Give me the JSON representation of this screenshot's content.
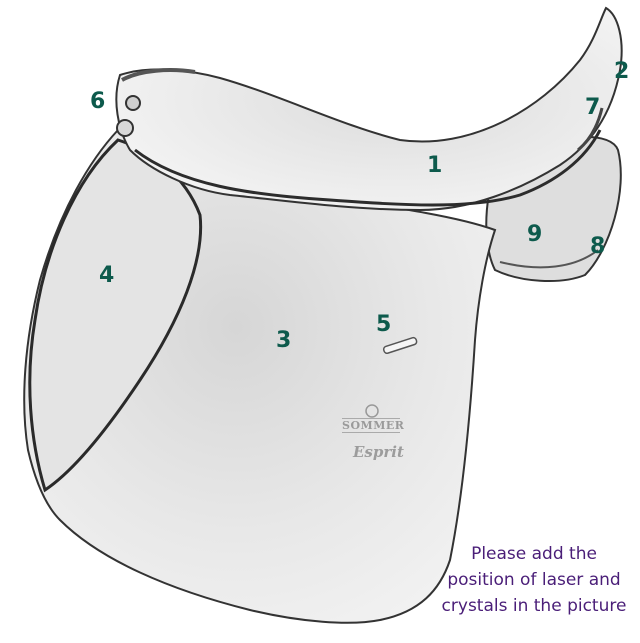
{
  "colors": {
    "label": "#0d5a4c",
    "note": "#4a1e78",
    "outline": "#3a3a3a",
    "fill": "#e9e9e9"
  },
  "labels": [
    {
      "id": "1",
      "text": "1"
    },
    {
      "id": "2",
      "text": "2"
    },
    {
      "id": "3",
      "text": "3"
    },
    {
      "id": "4",
      "text": "4"
    },
    {
      "id": "5",
      "text": "5"
    },
    {
      "id": "6",
      "text": "6"
    },
    {
      "id": "7",
      "text": "7"
    },
    {
      "id": "8",
      "text": "8"
    },
    {
      "id": "9",
      "text": "9"
    }
  ],
  "saddle": {
    "brand": "SOMMER",
    "model": "Esprit"
  },
  "note": {
    "lines": [
      "Please add the",
      "position of laser and",
      "crystals in the picture"
    ]
  }
}
